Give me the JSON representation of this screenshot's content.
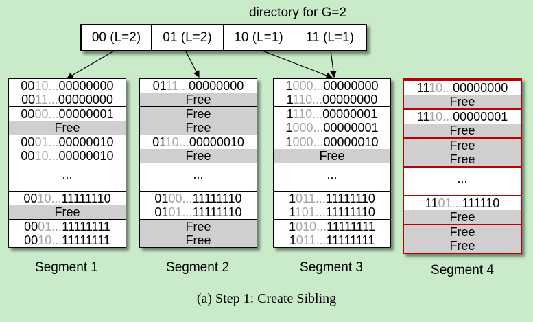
{
  "directory": {
    "title": "directory for G=2",
    "entries": [
      "00 (L=2)",
      "01 (L=2)",
      "10 (L=1)",
      "11 (L=1)"
    ]
  },
  "segments": [
    {
      "label": "Segment 1",
      "new": false,
      "buckets": [
        [
          {
            "pre": "00",
            "mid": "10...",
            "suf": "00000000"
          },
          {
            "pre": "00",
            "mid": "11...",
            "suf": "00000000"
          }
        ],
        [
          {
            "pre": "00",
            "mid": "00...",
            "suf": "00000001"
          },
          {
            "free": "Free"
          }
        ],
        [
          {
            "pre": "00",
            "mid": "01...",
            "suf": "00000010"
          },
          {
            "pre": "00",
            "mid": "10...",
            "suf": "00000010"
          }
        ],
        [
          {
            "text": "..."
          }
        ],
        [
          {
            "pre": "00",
            "mid": "10...",
            "suf": "11111110"
          },
          {
            "free": "Free"
          }
        ],
        [
          {
            "pre": "00",
            "mid": "01...",
            "suf": "11111111"
          },
          {
            "pre": "00",
            "mid": "10...",
            "suf": "11111111"
          }
        ]
      ]
    },
    {
      "label": "Segment 2",
      "new": false,
      "buckets": [
        [
          {
            "pre": "01",
            "mid": "11...",
            "suf": "00000000"
          },
          {
            "free": "Free"
          }
        ],
        [
          {
            "free": "Free"
          },
          {
            "free": "Free"
          }
        ],
        [
          {
            "pre": "01",
            "mid": "10...",
            "suf": "00000010"
          },
          {
            "free": "Free"
          }
        ],
        [
          {
            "text": "..."
          }
        ],
        [
          {
            "pre": "01",
            "mid": "00...",
            "suf": "11111110"
          },
          {
            "pre": "01",
            "mid": "01...",
            "suf": "11111110"
          }
        ],
        [
          {
            "free": "Free"
          },
          {
            "free": "Free"
          }
        ]
      ]
    },
    {
      "label": "Segment 3",
      "new": false,
      "buckets": [
        [
          {
            "pre": "1",
            "mid": "000...",
            "suf": "00000000"
          },
          {
            "pre": "1",
            "mid": "110...",
            "suf": "00000000"
          }
        ],
        [
          {
            "pre": "1",
            "mid": "110...",
            "suf": "00000001"
          },
          {
            "pre": "1",
            "mid": "000...",
            "suf": "00000001"
          }
        ],
        [
          {
            "pre": "1",
            "mid": "000...",
            "suf": "00000010"
          },
          {
            "free": "Free"
          }
        ],
        [
          {
            "text": "..."
          }
        ],
        [
          {
            "pre": "1",
            "mid": "011...",
            "suf": "11111110"
          },
          {
            "pre": "1",
            "mid": "101...",
            "suf": "11111110"
          }
        ],
        [
          {
            "pre": "1",
            "mid": "010...",
            "suf": "11111111"
          },
          {
            "pre": "1",
            "mid": "011...",
            "suf": "11111111"
          }
        ]
      ]
    },
    {
      "label": "Segment 4",
      "new": true,
      "buckets": [
        [
          {
            "pre": "11",
            "mid": "10...",
            "suf": "00000000"
          },
          {
            "free": "Free"
          }
        ],
        [
          {
            "pre": "11",
            "mid": "10...",
            "suf": "00000001"
          },
          {
            "free": "Free"
          }
        ],
        [
          {
            "free": "Free"
          },
          {
            "free": "Free"
          }
        ],
        [
          {
            "text": "..."
          }
        ],
        [
          {
            "pre": "11",
            "mid": "01...",
            "suf": "111110"
          },
          {
            "free": "Free"
          }
        ],
        [
          {
            "free": "Free"
          },
          {
            "free": "Free"
          }
        ]
      ]
    }
  ],
  "caption": "(a)  Step 1: Create Sibling",
  "colors": {
    "background": "#c9ebc9",
    "free_slot": "#d0cece",
    "new_segment_border": "#c00000",
    "muted_bits": "#a6a6a6"
  }
}
